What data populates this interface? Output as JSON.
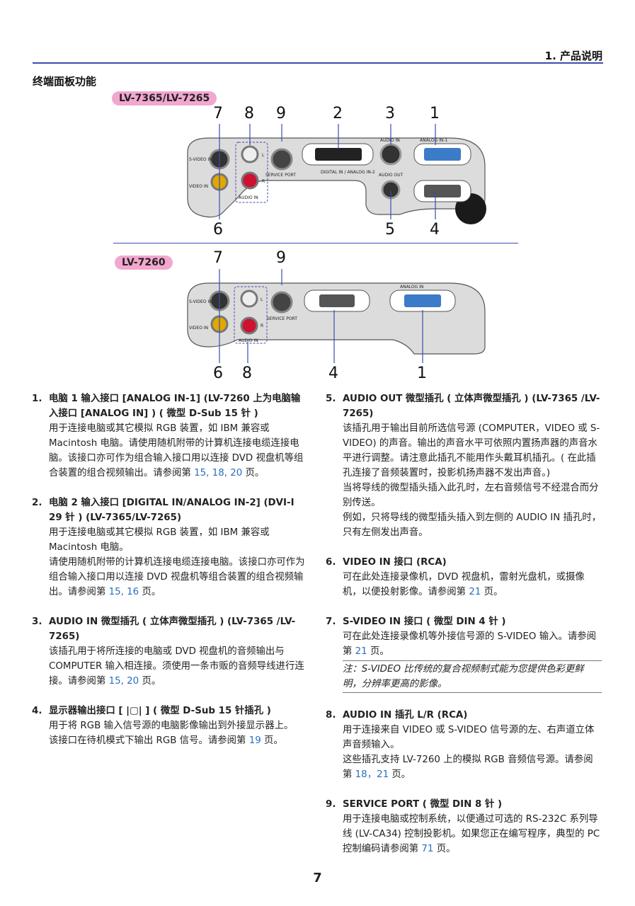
{
  "header": {
    "chapter": "1. 产品说明",
    "section_title": "终端面板功能"
  },
  "models": {
    "top": "LV-7365/LV-7265",
    "bottom": "LV-7260"
  },
  "panel_labels": {
    "svideo": "S-VIDEO IN",
    "video": "VIDEO IN",
    "audio_in_lr": "AUDIO IN",
    "service_port": "SERVICE PORT",
    "digital_in": "DIGITAL IN / ANALOG IN-2",
    "audio_in": "AUDIO IN",
    "analog_in_1": "ANALOG IN-1",
    "audio_out": "AUDIO OUT",
    "analog_in": "ANALOG IN",
    "l": "L",
    "r": "R"
  },
  "callouts_top": {
    "n7": "7",
    "n8": "8",
    "n9": "9",
    "n2": "2",
    "n3": "3",
    "n1": "1",
    "n6": "6",
    "n5": "5",
    "n4": "4"
  },
  "callouts_bottom": {
    "n7": "7",
    "n9": "9",
    "n6": "6",
    "n8": "8",
    "n4": "4",
    "n1": "1"
  },
  "items_left": [
    {
      "num": "1.",
      "head": "电脑 1 输入接口 [ANALOG IN-1] (LV-7260 上为电脑输入接口 [ANALOG IN] ) ( 微型 D-Sub 15 针 )",
      "body": "用于连接电脑或其它模拟 RGB 装置，如 IBM 兼容或 Macintosh 电脑。请使用随机附带的计算机连接电缆连接电脑。该接口亦可作为组合输入接口用以连接 DVD 视盘机等组合装置的组合视频输出。请参阅第",
      "refs": "15, 18, 20",
      "tail": " 页。"
    },
    {
      "num": "2.",
      "head": "电脑 2 输入接口 [DIGITAL IN/ANALOG IN-2] (DVI-I 29 针 ) (LV-7365/LV-7265)",
      "body": "用于连接电脑或其它模拟 RGB 装置，如 IBM 兼容或 Macintosh 电脑。",
      "body2": "请使用随机附带的计算机连接电缆连接电脑。该接口亦可作为组合输入接口用以连接 DVD 视盘机等组合装置的组合视频输出。请参阅第",
      "refs": "15, 16",
      "tail": " 页。"
    },
    {
      "num": "3.",
      "head": "AUDIO IN 微型插孔 ( 立体声微型插孔 ) (LV-7365 /LV-7265)",
      "body": "该插孔用于将所连接的电脑或 DVD 视盘机的音频输出与 COMPUTER 输入相连接。须使用一条市贩的音频导线进行连接。请参阅第",
      "refs": "15, 20",
      "tail": " 页。"
    },
    {
      "num": "4.",
      "head": "显示器输出接口 [ |▢| ] ( 微型 D-Sub 15 针插孔 )",
      "body": "用于将 RGB 输入信号源的电脑影像输出到外接显示器上。",
      "body2": "该接口在待机模式下输出 RGB 信号。请参阅第",
      "refs": "19",
      "tail": " 页。"
    }
  ],
  "items_right": [
    {
      "num": "5.",
      "head": "AUDIO OUT 微型插孔 ( 立体声微型插孔 ) (LV-7365 /LV-7265)",
      "body": "该插孔用于输出目前所选信号源 (COMPUTER，VIDEO 或 S-VIDEO) 的声音。输出的声音水平可依照内置扬声器的声音水平进行调整。请注意此插孔不能用作头戴耳机插孔。( 在此插孔连接了音频装置时，投影机扬声器不发出声音。)",
      "body2": "当将导线的微型插头插入此孔时，左右音频信号不经混合而分别传送。",
      "body3": "例如，只将导线的微型插头插入到左侧的 AUDIO IN 插孔时，只有左侧发出声音。"
    },
    {
      "num": "6.",
      "head": "VIDEO IN 接口 (RCA)",
      "body": "可在此处连接录像机，DVD 视盘机，雷射光盘机，或摄像机，以便投射影像。请参阅第",
      "refs": "21",
      "tail": " 页。"
    },
    {
      "num": "7.",
      "head": "S-VIDEO IN 接口 ( 微型 DIN 4 针 )",
      "body": "可在此处连接录像机等外接信号源的 S-VIDEO 输入。请参阅第",
      "refs": "21",
      "tail": " 页。",
      "note": "注：S-VIDEO 比传统的复合视频制式能为您提供色彩更鲜明，分辨率更高的影像。"
    },
    {
      "num": "8.",
      "head": "AUDIO IN 插孔 L/R (RCA)",
      "body": "用于连接来自 VIDEO 或 S-VIDEO 信号源的左、右声道立体声音频输入。",
      "body2": "这些插孔支持 LV-7260 上的模拟 RGB 音频信号源。请参阅第",
      "refs": "18，21",
      "tail": " 页。"
    },
    {
      "num": "9.",
      "head": "SERVICE PORT ( 微型 DIN 8 针 )",
      "body": "用于连接电脑或控制系统，以便通过可选的 RS-232C 系列导线 (LV-CA34) 控制投影机。如果您正在编写程序，典型的 PC 控制编码请参阅第",
      "refs": "71",
      "tail": " 页。"
    }
  ],
  "page_number": "7"
}
